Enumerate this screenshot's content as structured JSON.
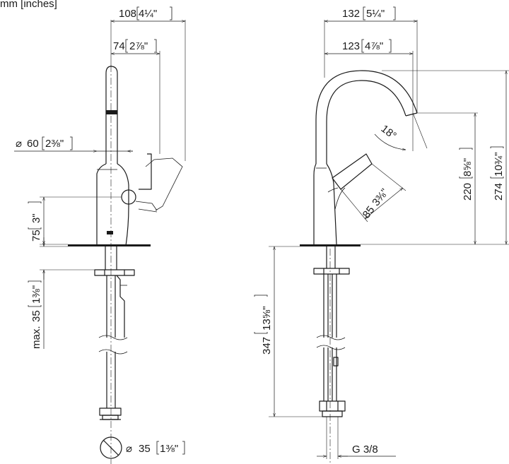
{
  "units": "mm [inches]",
  "left_view": {
    "width_overall": {
      "mm": "108",
      "inch": "4¼\""
    },
    "spout_offset": {
      "mm": "74",
      "inch": "2⅞\""
    },
    "body_diameter": {
      "symbol": "⌀",
      "mm": "60",
      "inch": "2⅜\""
    },
    "lever_height": {
      "mm": "75",
      "inch": "3\""
    },
    "counter_thickness": {
      "prefix": "max.",
      "mm": "35",
      "inch": "1⅜\""
    },
    "hole_diameter": {
      "symbol": "⌀",
      "mm": "35",
      "inch": "1⅜\""
    }
  },
  "right_view": {
    "width_overall": {
      "mm": "132",
      "inch": "5¼\""
    },
    "spout_reach": {
      "mm": "123",
      "inch": "4⅞\""
    },
    "spout_angle": "18°",
    "lever_length": {
      "mm": "85",
      "inch": "3⅜\""
    },
    "spout_height": {
      "mm": "220",
      "inch": "8⅝\""
    },
    "total_height": {
      "mm": "274",
      "inch": "10¾\""
    },
    "hose_length": {
      "mm": "347",
      "inch": "13⅝\""
    },
    "connection_thread": "G 3/8"
  }
}
